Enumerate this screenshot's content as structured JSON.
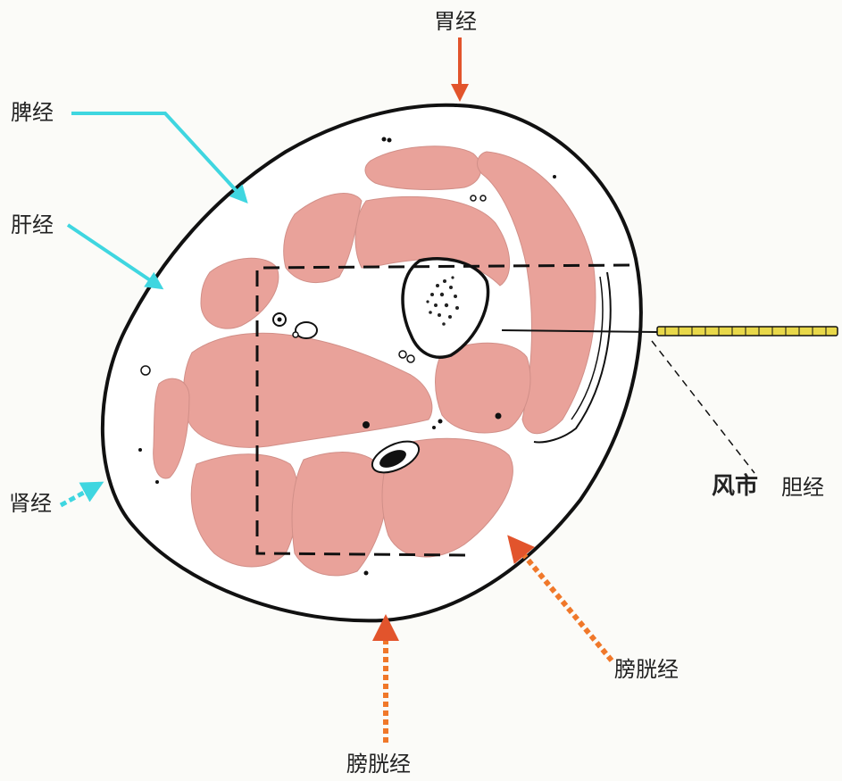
{
  "labels": {
    "stomach": "胃经",
    "spleen": "脾经",
    "liver": "肝经",
    "kidney": "肾经",
    "bladder_right": "膀胱经",
    "bladder_bottom": "膀胱经",
    "fengshi": "风市",
    "gallbladder": "胆经"
  },
  "colors": {
    "muscle": "#e9a29a",
    "muscle_edge": "#c98a84",
    "outline": "#111111",
    "yang_arrow": "#e2542c",
    "yin_arrow": "#3fd6e0",
    "bladder_dash": "#f0782a",
    "needle": "#e8d84a",
    "background": "#fbfbf8"
  },
  "icons": {
    "needle": "acupuncture-needle-icon"
  }
}
